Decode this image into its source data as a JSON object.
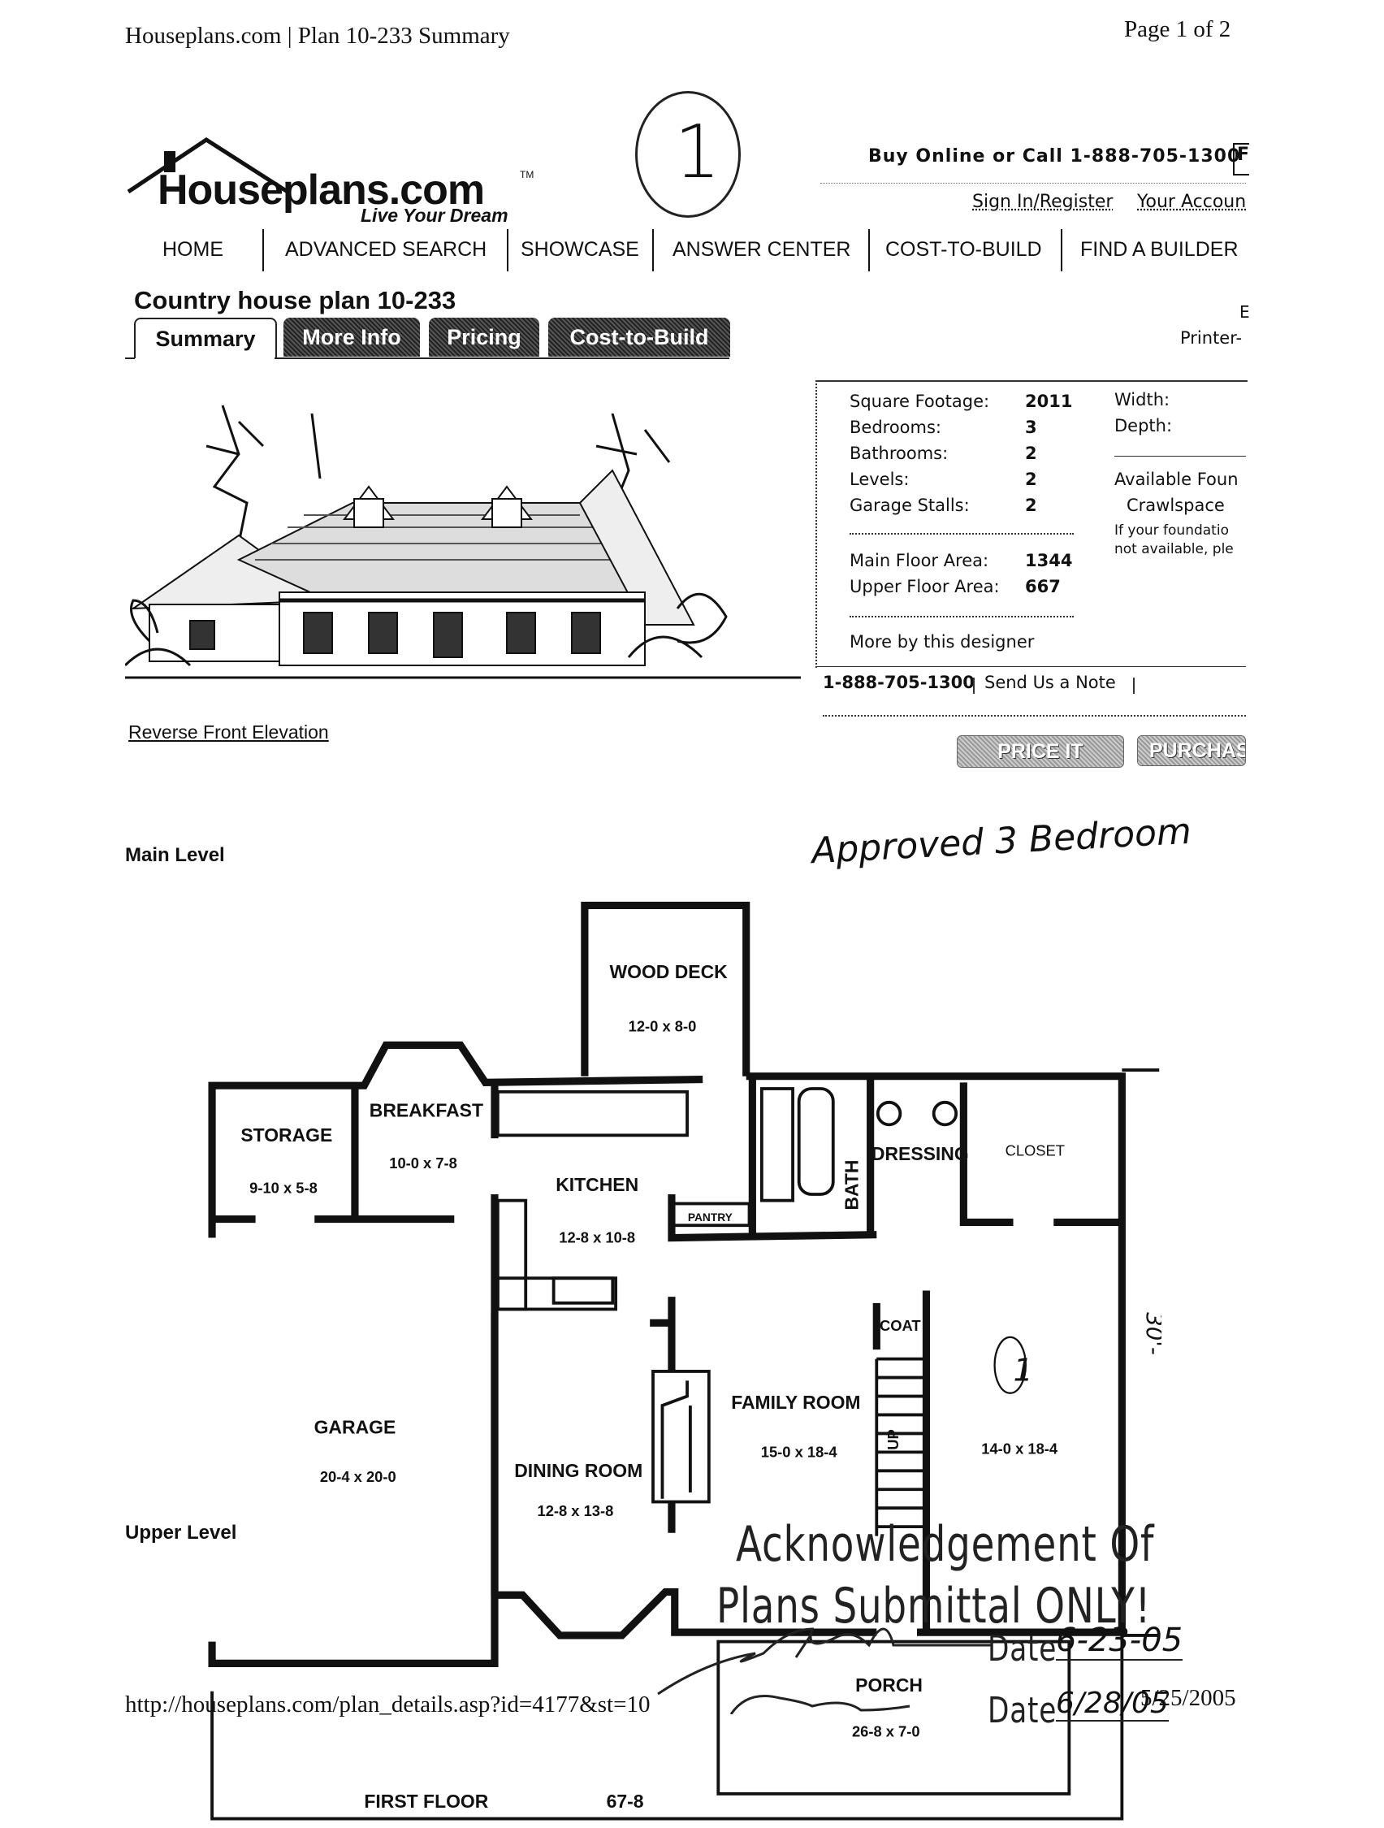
{
  "print_header": {
    "title": "Houseplans.com | Plan 10-233 Summary",
    "page": "Page 1 of 2"
  },
  "annotations": {
    "circled_number": "1",
    "approved_note": "Approved 3 Bedroom",
    "room_mark": "1",
    "dimension_note": "30'-"
  },
  "site": {
    "logo_text": "Houseplans.com",
    "logo_tm": "TM",
    "tagline": "Live Your Dream",
    "buy_online": "Buy Online or Call 1-888-705-1300",
    "cut_box": "F",
    "sign_in": "Sign In/Register",
    "your_account": "Your Accoun"
  },
  "nav": [
    {
      "label": "HOME"
    },
    {
      "label": "ADVANCED SEARCH"
    },
    {
      "label": "SHOWCASE"
    },
    {
      "label": "ANSWER CENTER"
    },
    {
      "label": "COST-TO-BUILD"
    },
    {
      "label": "FIND A BUILDER"
    }
  ],
  "plan": {
    "title": "Country house plan 10-233",
    "tabs": [
      {
        "label": "Summary",
        "active": true
      },
      {
        "label": "More Info",
        "active": false
      },
      {
        "label": "Pricing",
        "active": false
      },
      {
        "label": "Cost-to-Build",
        "active": false
      }
    ],
    "right_cut_top": "E",
    "printer_link": "Printer-",
    "elevation_link": "Reverse Front Elevation"
  },
  "specs": {
    "rows": [
      {
        "label": "Square Footage:",
        "value": "2011"
      },
      {
        "label": "Bedrooms:",
        "value": "3"
      },
      {
        "label": "Bathrooms:",
        "value": "2"
      },
      {
        "label": "Levels:",
        "value": "2"
      },
      {
        "label": "Garage Stalls:",
        "value": "2"
      }
    ],
    "areas": [
      {
        "label": "Main Floor Area:",
        "value": "1344"
      },
      {
        "label": "Upper Floor Area:",
        "value": "667"
      }
    ],
    "width_label": "Width:",
    "depth_label": "Depth:",
    "foundation_label": "Available Foun",
    "foundation_value": "Crawlspace",
    "foundation_note_1": "If your foundatio",
    "foundation_note_2": "not available, ple",
    "more_by_designer": "More by this designer",
    "phone": "1-888-705-1300",
    "send_note": "Send Us a Note",
    "price_it": "PRICE IT",
    "purchase": "PURCHAS"
  },
  "levels": {
    "main": "Main Level",
    "upper": "Upper Level"
  },
  "floorplan": {
    "rooms": [
      {
        "name": "WOOD DECK",
        "size": "12-0 x 8-0"
      },
      {
        "name": "STORAGE",
        "size": "9-10 x 5-8"
      },
      {
        "name": "BREAKFAST",
        "size": "10-0 x 7-8"
      },
      {
        "name": "KITCHEN",
        "size": "12-8 x 10-8"
      },
      {
        "name": "GARAGE",
        "size": "20-4 x 20-0"
      },
      {
        "name": "DINING ROOM",
        "size": "12-8 x 13-8"
      },
      {
        "name": "FAMILY ROOM",
        "size": "15-0 x 18-4"
      },
      {
        "name": "PORCH",
        "size": "26-8 x 7-0"
      },
      {
        "name": "",
        "size": "14-0 x 18-4"
      }
    ],
    "labels": {
      "pantry": "PANTRY",
      "bath": "BATH",
      "dressing": "DRESSING",
      "closet": "CLOSET",
      "coat": "COAT",
      "up": "UP"
    },
    "caption": "FIRST FLOOR",
    "overall_width": "67-8"
  },
  "stamp": {
    "line1": "Acknowledgement Of",
    "line2": "Plans Submittal ONLY!",
    "date_label": "Date",
    "date1": "6-23-05",
    "date2": "6/28/05"
  },
  "print_footer": {
    "url": "http://houseplans.com/plan_details.asp?id=4177&st=10",
    "date": "5/25/2005"
  }
}
